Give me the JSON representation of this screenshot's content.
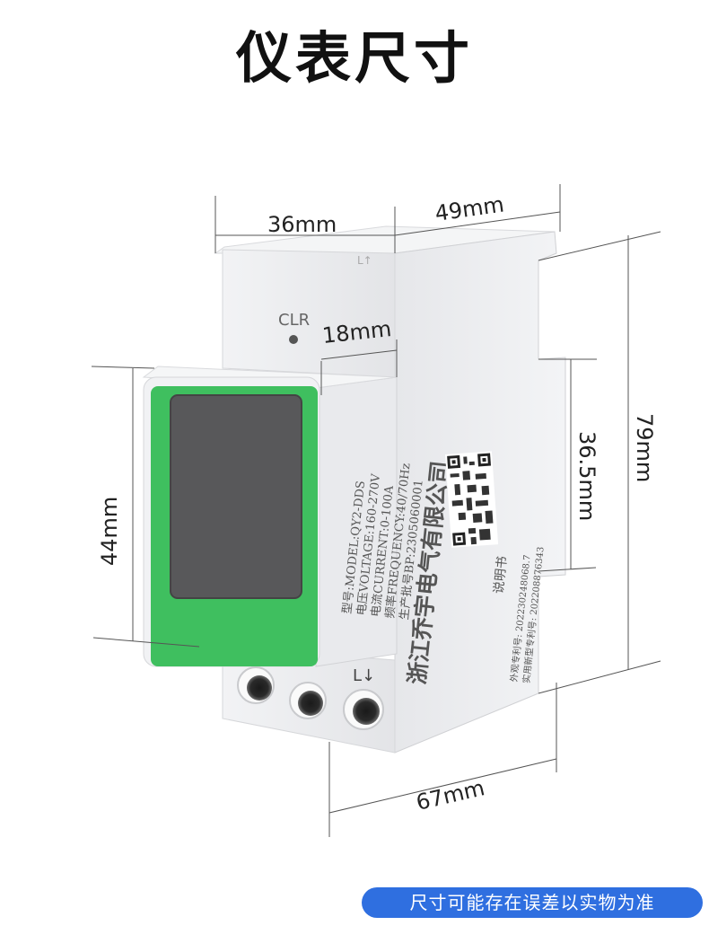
{
  "page_title": "仪表尺寸",
  "dimensions": {
    "top_front_width": "36mm",
    "side_depth": "49mm",
    "display_depth": "18mm",
    "display_height": "44mm",
    "rail_height": "36.5mm",
    "total_height": "79mm",
    "total_depth": "67mm"
  },
  "device": {
    "clr_label": "CLR",
    "side_label": {
      "company": "浙江乔宇电气有限公司",
      "model": "型号:MODEL:QY2-DDS",
      "voltage": "电压VOLTAGE:160-270V",
      "current": "电流CURRENT:0-100A",
      "frequency": "频率FREQUENCY:40/70Hz",
      "batch": "生产批号BP:2305060001",
      "manual": "说明书",
      "patent_design": "外观专利号: 202230248068.7",
      "patent_utility": "实用新型专利号: 202208876343"
    },
    "terminal_label": "L↓",
    "top_mark": "L↑"
  },
  "footnote": "尺寸可能存在误差以实物为准",
  "colors": {
    "accent_green": "#3fbf5f",
    "screen": "#58585a",
    "body": "#eeeff1",
    "note_bg": "#2f6fe0"
  }
}
